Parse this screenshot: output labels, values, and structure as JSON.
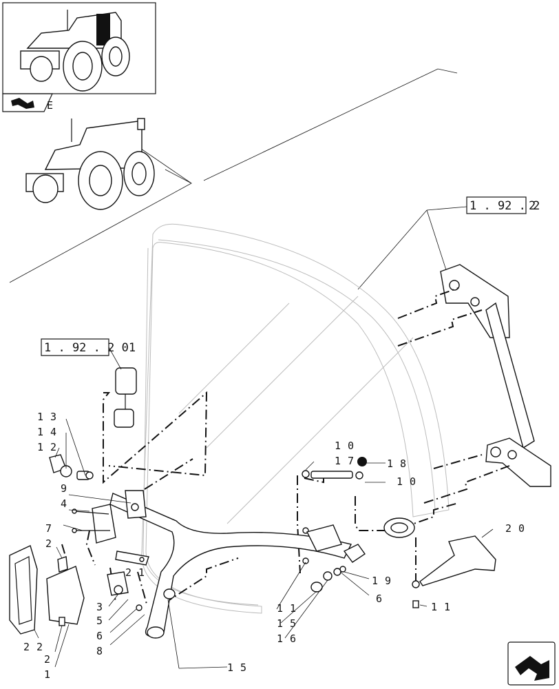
{
  "reference_labels": {
    "ref_upper": "1 . 92 . 2",
    "ref_left": "1 . 92 . 2  01"
  },
  "corner_tab": {
    "letter": "E",
    "icon": "arrow-tab-icon"
  },
  "nav_icon": "navigation-arrow-icon",
  "callouts": [
    {
      "id": "c13",
      "text": "1 3"
    },
    {
      "id": "c14",
      "text": "1 4"
    },
    {
      "id": "c12",
      "text": "1 2"
    },
    {
      "id": "c9",
      "text": "9"
    },
    {
      "id": "c4",
      "text": "4"
    },
    {
      "id": "c7",
      "text": "7"
    },
    {
      "id": "c2a",
      "text": "2"
    },
    {
      "id": "c21",
      "text": "2 1"
    },
    {
      "id": "c3",
      "text": "3"
    },
    {
      "id": "c5",
      "text": "5"
    },
    {
      "id": "c6a",
      "text": "6"
    },
    {
      "id": "c8",
      "text": "8"
    },
    {
      "id": "c22",
      "text": "2 2"
    },
    {
      "id": "c2b",
      "text": "2"
    },
    {
      "id": "c1",
      "text": "1"
    },
    {
      "id": "c10a",
      "text": "1 0"
    },
    {
      "id": "c17",
      "text": "1 7"
    },
    {
      "id": "c18",
      "text": "1 8"
    },
    {
      "id": "c10b",
      "text": "1 0"
    },
    {
      "id": "c20",
      "text": "2 0"
    },
    {
      "id": "c19",
      "text": "1 9"
    },
    {
      "id": "c6b",
      "text": "6"
    },
    {
      "id": "c11a",
      "text": "1 1"
    },
    {
      "id": "c15a",
      "text": "1 5"
    },
    {
      "id": "c16",
      "text": "1 6"
    },
    {
      "id": "c11b",
      "text": "1 1"
    },
    {
      "id": "c15b",
      "text": "1 5"
    }
  ]
}
